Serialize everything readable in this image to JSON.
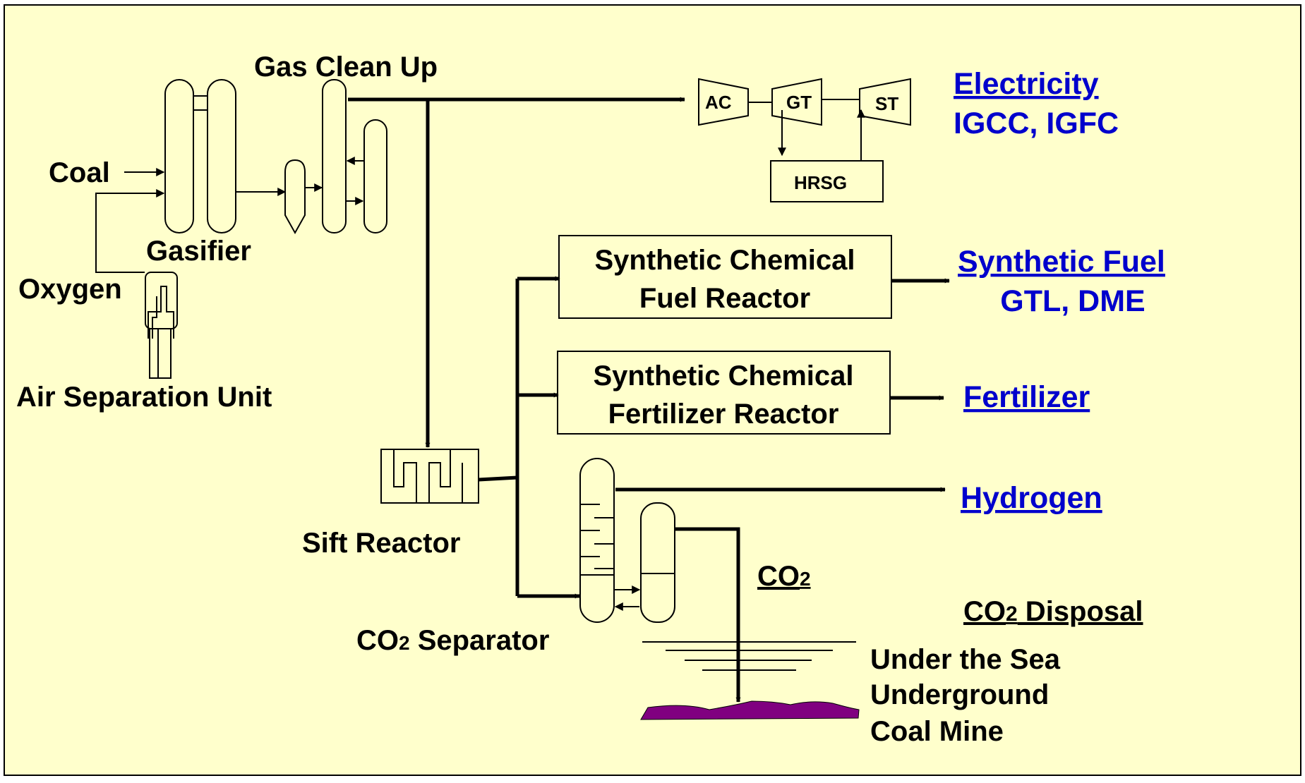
{
  "colors": {
    "background": "#ffffcc",
    "border": "#000000",
    "product_link": "#0000cc",
    "seabed": "#800080"
  },
  "labels": {
    "coal": "Coal",
    "oxygen": "Oxygen",
    "gasifier": "Gasifier",
    "air_separation_unit": "Air Separation Unit",
    "gas_clean_up": "Gas Clean Up",
    "sift_reactor": "Sift Reactor",
    "co2_separator": {
      "prefix": "CO",
      "sub": "2",
      "suffix": " Separator"
    },
    "ac": "AC",
    "gt": "GT",
    "st": "ST",
    "hrsg": "HRSG",
    "fuel_reactor": {
      "line1": "Synthetic Chemical",
      "line2": "Fuel Reactor"
    },
    "fertilizer_reactor": {
      "line1": "Synthetic Chemical",
      "line2": "Fertilizer Reactor"
    },
    "co2_stream": {
      "prefix": "CO",
      "sub": "2"
    },
    "co2_disposal": {
      "prefix": "CO",
      "sub": "2",
      "suffix": " Disposal"
    },
    "disposal_sites": [
      "Under the Sea",
      "Underground",
      "Coal Mine"
    ]
  },
  "outputs": {
    "electricity": {
      "title": "Electricity",
      "subtitle": "IGCC, IGFC"
    },
    "synthetic_fuel": {
      "title": "Synthetic Fuel",
      "subtitle": "GTL, DME"
    },
    "fertilizer": {
      "title": "Fertilizer"
    },
    "hydrogen": {
      "title": "Hydrogen"
    }
  }
}
